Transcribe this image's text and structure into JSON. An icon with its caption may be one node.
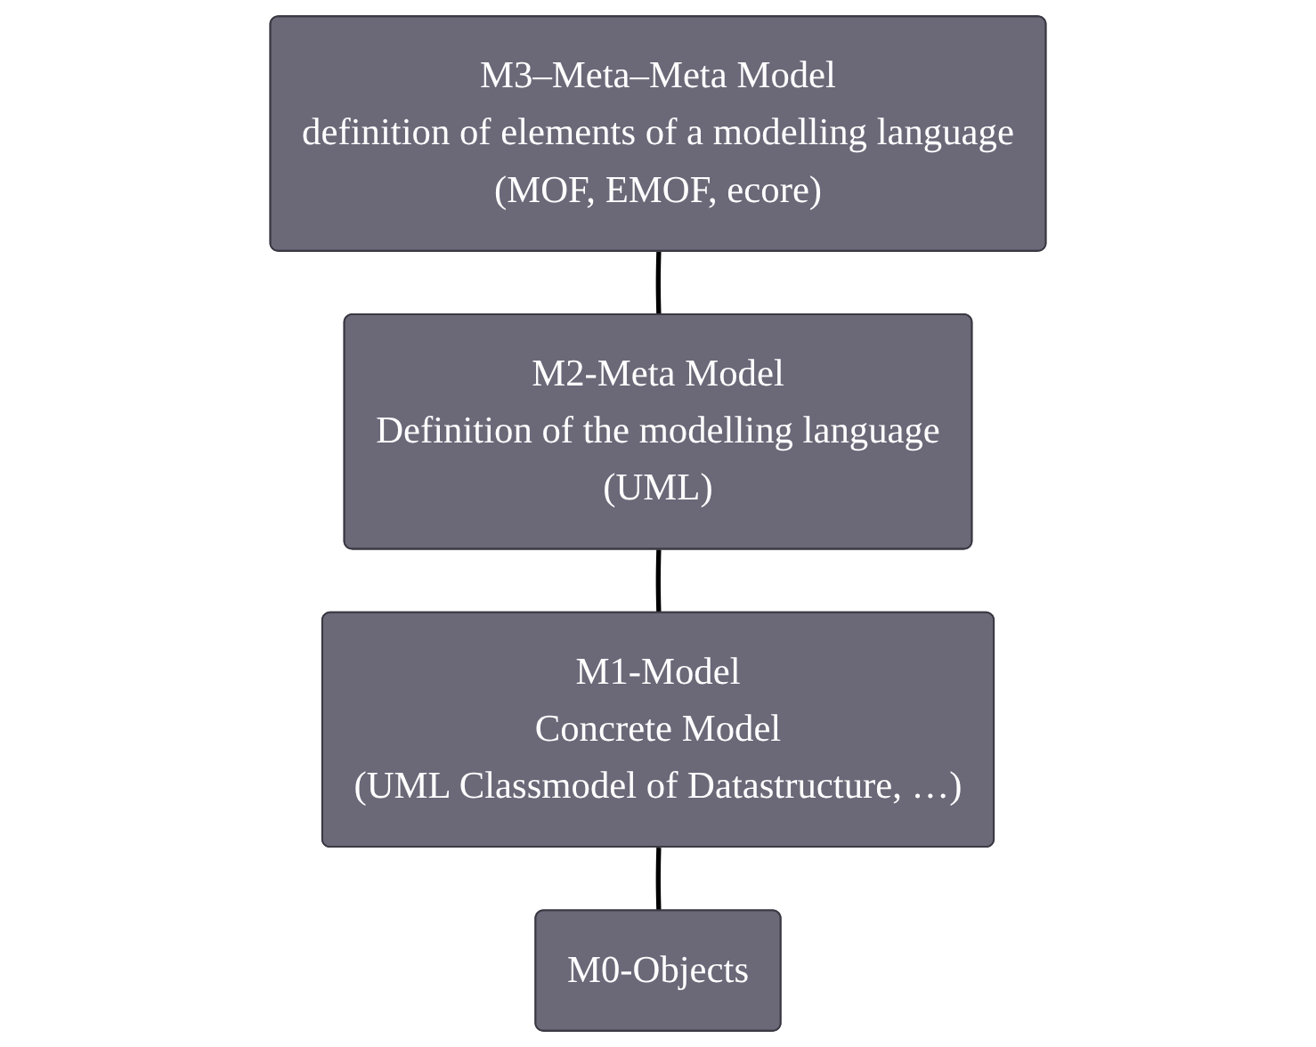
{
  "diagram": {
    "nodes": [
      {
        "text": [
          "M3–Meta–Meta Model",
          "definition of elements of a modelling language",
          "(MOF, EMOF, ecore)"
        ]
      },
      {
        "text": [
          "M2-Meta Model",
          "Definition of the modelling language",
          "(UML)"
        ]
      },
      {
        "text": [
          "M1-Model",
          "Concrete Model",
          "(UML Classmodel of Datastructure, …)"
        ]
      },
      {
        "text": [
          "M0-Objects"
        ]
      }
    ],
    "edges": [
      {
        "from": 0,
        "to": 1,
        "arrow": "none"
      },
      {
        "from": 1,
        "to": 2,
        "arrow": "none"
      },
      {
        "from": 2,
        "to": 3,
        "arrow": "none"
      }
    ]
  }
}
